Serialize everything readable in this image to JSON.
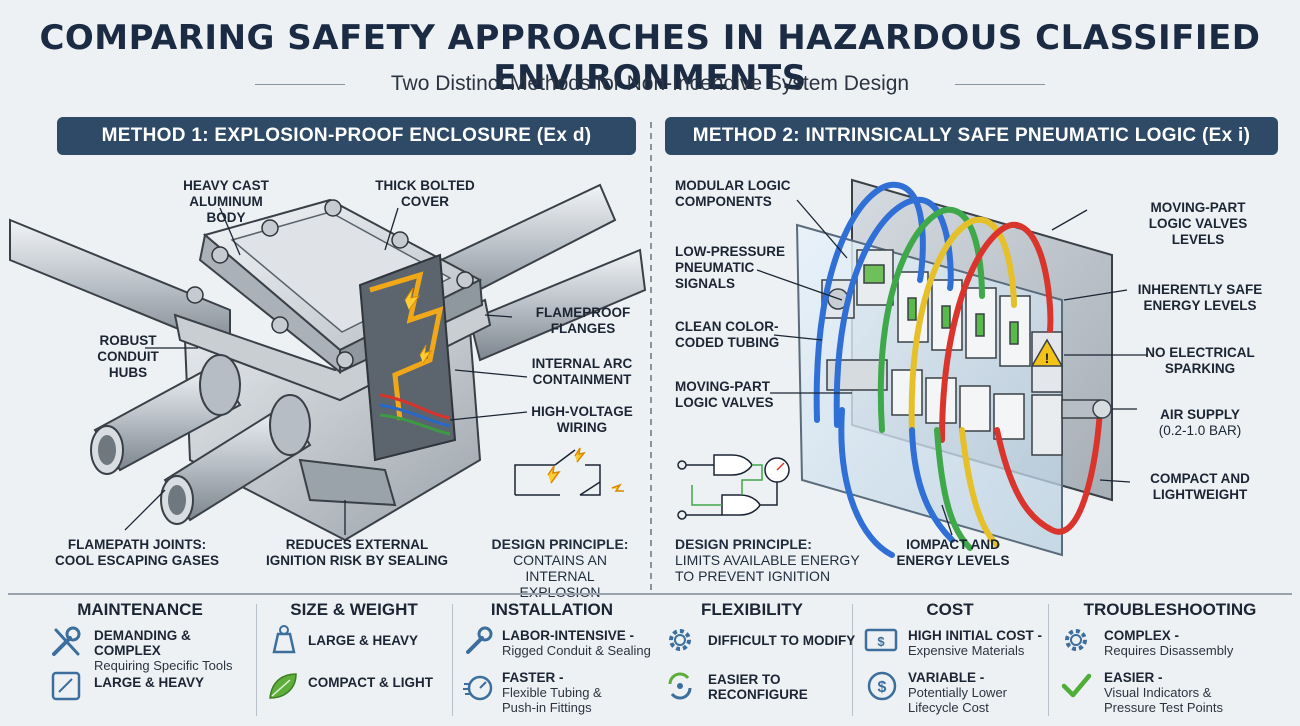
{
  "title": "COMPARING SAFETY APPROACHES IN HAZARDOUS CLASSIFIED ENVIRONMENTS",
  "subtitle": "Two Distinct Methods for Non-Incendive System Design",
  "method1": {
    "header": "METHOD 1: EXPLOSION-PROOF ENCLOSURE (Ex d)",
    "callouts": {
      "body": [
        "HEAVY CAST",
        "ALUMINUM BODY"
      ],
      "cover": [
        "THICK BOLTED",
        "COVER"
      ],
      "hubs": [
        "ROBUST",
        "CONDUIT HUBS"
      ],
      "flanges": [
        "FLAMEPROOF",
        "FLANGES"
      ],
      "arc": [
        "INTERNAL ARC",
        "CONTAINMENT"
      ],
      "wiring": [
        "HIGH-VOLTAGE",
        "WIRING"
      ],
      "joints": [
        "FLAMEPATH JOINTS:",
        "COOL ESCAPING GASES"
      ],
      "reduces": [
        "REDUCES EXTERNAL",
        "IGNITION RISK BY SEALING"
      ]
    },
    "principle_head": "DESIGN PRINCIPLE:",
    "principle_body": [
      "CONTAINS AN INTERNAL",
      "EXPLOSION"
    ]
  },
  "method2": {
    "header": "METHOD 2: INTRINSICALLY SAFE PNEUMATIC LOGIC (Ex i)",
    "callouts": {
      "modular": [
        "MODULAR LOGIC",
        "COMPONENTS"
      ],
      "lowp": [
        "LOW-PRESSURE",
        "PNEUMATIC",
        "SIGNALS"
      ],
      "tubing": [
        "CLEAN COLOR-",
        "CODED TUBING"
      ],
      "valves_l": [
        "MOVING-PART",
        "LOGIC VALVES"
      ],
      "valves_r": [
        "MOVING-PART",
        "LOGIC VALVES",
        "LEVELS"
      ],
      "inherent": [
        "INHERENTLY SAFE",
        "ENERGY LEVELS"
      ],
      "nospark": [
        "NO ELECTRICAL",
        "SPARKING"
      ],
      "air_head": "AIR SUPPLY",
      "air_body": "(0.2-1.0 BAR)",
      "compact": [
        "COMPACT AND",
        "LIGHTWEIGHT"
      ],
      "iompact": [
        "IOMPACT AND",
        "ENERGY LEVELS"
      ]
    },
    "principle_head": "DESIGN PRINCIPLE:",
    "principle_body": [
      "LIMITS AVAILABLE ENERGY",
      "TO PREVENT IGNITION"
    ]
  },
  "comparison": [
    {
      "title": "MAINTENANCE",
      "a_head": "DEMANDING & COMPLEX",
      "a_body": "Requiring Specific Tools",
      "b_head": "LARGE & HEAVY",
      "b_body": ""
    },
    {
      "title": "SIZE & WEIGHT",
      "a_head": "LARGE & HEAVY",
      "a_body": "",
      "b_head": "COMPACT & LIGHT",
      "b_body": ""
    },
    {
      "title": "INSTALLATION",
      "a_head": "LABOR-INTENSIVE -",
      "a_body": "Rigged Conduit & Sealing",
      "b_head": "FASTER -",
      "b_body": "Flexible Tubing &",
      "b_body2": "Push-in Fittings"
    },
    {
      "title": "FLEXIBILITY",
      "a_head": "DIFFICULT TO MODIFY",
      "a_body": "",
      "b_head": "EASIER TO",
      "b_body": "RECONFIGURE"
    },
    {
      "title": "COST",
      "a_head": "HIGH INITIAL COST -",
      "a_body": "Expensive Materials",
      "b_head": "VARIABLE -",
      "b_body": "Potentially Lower",
      "b_body2": "Lifecycle Cost"
    },
    {
      "title": "TROUBLESHOOTING",
      "a_head": "COMPLEX -",
      "a_body": "Requires Disassembly",
      "b_head": "EASIER -",
      "b_body": "Visual Indicators &",
      "b_body2": "Pressure Test Points"
    }
  ]
}
